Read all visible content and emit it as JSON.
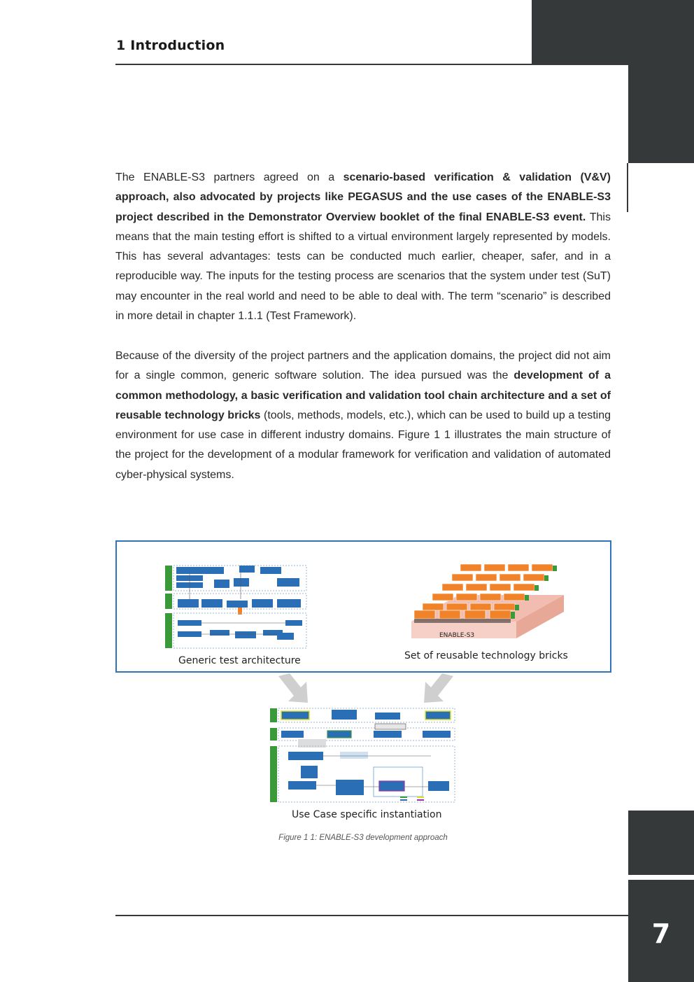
{
  "header": {
    "title": "1 Introduction"
  },
  "paragraphs": [
    {
      "id": "p1",
      "segments": [
        {
          "text": "The ENABLE-S3 partners agreed on a ",
          "bold": false
        },
        {
          "text": "scenario-based verification & validation (V&V) approach, also advocated by projects like PEGASUS and the use cases of the ENABLE-S3 project described in the Demonstrator Overview booklet of the final ENABLE-S3 event.",
          "bold": true
        },
        {
          "text": " This means that the main testing effort is shifted to a virtual environment largely represented by models. This has several advantages: tests can be conducted much earlier, cheaper, safer, and in a reproducible way. The inputs for the testing process are scenarios that the system under test (SuT) may encounter in the real world and need to be able to deal with. The term “scenario” is described in more detail in chapter 1.1.1 (Test Framework).",
          "bold": false
        }
      ]
    },
    {
      "id": "p2",
      "segments": [
        {
          "text": "Because of the diversity of the project partners and the application domains, the project did not aim for a single common, generic software solution. The idea pursued was the ",
          "bold": false
        },
        {
          "text": "development of a common methodology, a basic verification and validation tool chain architecture and a set of reusable technology bricks",
          "bold": true
        },
        {
          "text": " (tools, methods, models, etc.), which can be used to build up a testing environment for use case in different industry domains.  Figure 1 1 illustrates the main structure of the project for the development of a modular framework for verification and validation of automated cyber-physical systems.",
          "bold": false
        }
      ]
    }
  ],
  "figure": {
    "label_generic": "Generic test architecture",
    "label_bricks": "Set of reusable technology bricks",
    "label_usecase": "Use Case specific instantiation",
    "brick_base_label": "ENABLE-S3",
    "caption": "Figure 1 1: ENABLE-S3 development approach"
  },
  "footer": {
    "page_number": "7"
  },
  "colors": {
    "dark": "#35393a",
    "figure_border": "#2f74b8",
    "brick_orange": "#f0832a",
    "brick_green": "#3a9a3a",
    "diagram_blue": "#2a6fb5"
  }
}
